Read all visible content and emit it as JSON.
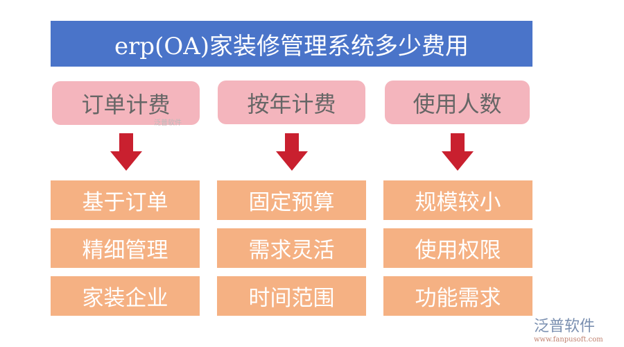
{
  "title": "erp(OA)家装修管理系统多少费用",
  "columns": [
    {
      "header": "订单计费",
      "items": [
        "基于订单",
        "精细管理",
        "家装企业"
      ]
    },
    {
      "header": "按年计费",
      "items": [
        "固定预算",
        "需求灵活",
        "时间范围"
      ]
    },
    {
      "header": "使用人数",
      "items": [
        "规模较小",
        "使用权限",
        "功能需求"
      ]
    }
  ],
  "watermark": "泛普软件",
  "logo": {
    "name": "泛普软件",
    "url": "www.fanpusoft.com"
  },
  "colors": {
    "title_bg": "#4a74c9",
    "header_bg": "#f4b5bd",
    "item_bg": "#f5b183",
    "arrow": "#c9202f"
  }
}
